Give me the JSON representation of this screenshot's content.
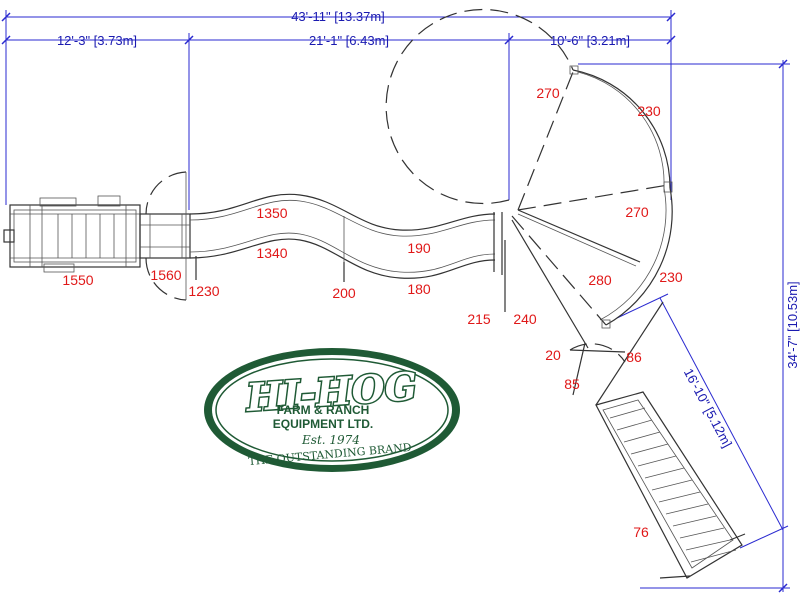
{
  "dimensions": {
    "overall_width": "43'-11\" [13.37m]",
    "seg1": "12'-3\" [3.73m]",
    "seg2": "21'-1\" [6.43m]",
    "seg3": "10'-6\" [3.21m]",
    "overall_height": "34'-7\" [10.53m]",
    "ramp_length": "16'-10\" [5.12m]"
  },
  "labels": {
    "l1550": "1550",
    "l1560": "1560",
    "l1230": "1230",
    "l1350": "1350",
    "l1340": "1340",
    "l200": "200",
    "l190": "190",
    "l180": "180",
    "l215": "215",
    "l240": "240",
    "l270a": "270",
    "l230a": "230",
    "l270b": "270",
    "l280": "280",
    "l230b": "230",
    "l20": "20",
    "l86": "86",
    "l85": "85",
    "l76": "76"
  },
  "logo": {
    "brand": "HI-HOG",
    "line1": "FARM & RANCH",
    "line2": "EQUIPMENT LTD.",
    "est": "Est. 1974",
    "tagline": "THE OUTSTANDING BRAND",
    "color": "#1f5a35"
  },
  "colors": {
    "dimension": "#1a1ab0",
    "label": "#e01818",
    "line": "#333333"
  }
}
